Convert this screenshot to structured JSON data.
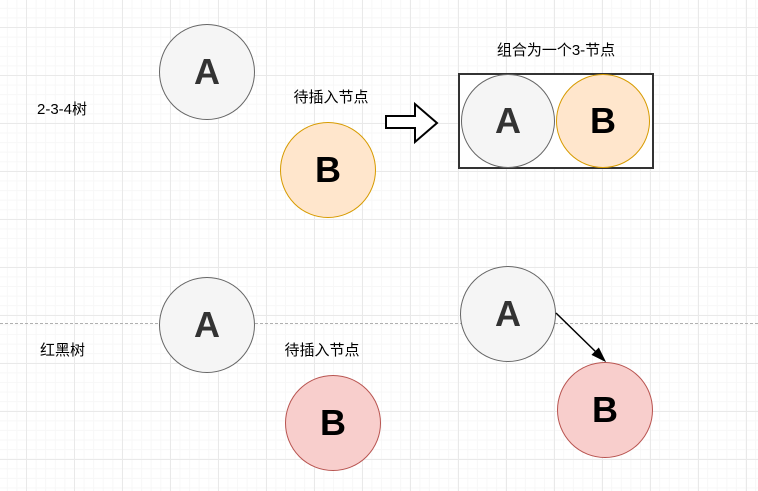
{
  "labels": {
    "row1": "2-3-4树",
    "row2": "红黑树",
    "pending_top": "待插入节点",
    "pending_bottom": "待插入节点",
    "merge_caption": "组合为一个3-节点"
  },
  "nodes": {
    "t234_a": "A",
    "t234_b_pending": "B",
    "merged_a": "A",
    "merged_b": "B",
    "rb_a": "A",
    "rb_b_pending": "B",
    "rb_result_a": "A",
    "rb_result_b": "B"
  },
  "icons": {
    "block_arrow": "right-block-arrow",
    "insert_arrow": "diagonal-insert-arrow"
  },
  "colors": {
    "canvas_bg": "#ffffff",
    "grid_minor": "#f7f7f7",
    "grid_major": "#e9e9e9",
    "gray_fill": "#f5f5f5",
    "gray_stroke": "#666666",
    "gray_text": "#333333",
    "orange_fill": "#ffe6cc",
    "orange_stroke": "#d79b00",
    "red_fill": "#f8cecc",
    "red_stroke": "#b85450",
    "node_text": "#000000",
    "box_stroke": "#333333",
    "divider": "#b0b0b0",
    "arrow": "#000000",
    "label_text": "#000000"
  }
}
